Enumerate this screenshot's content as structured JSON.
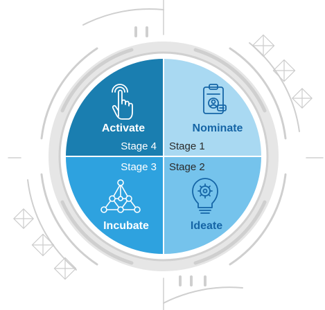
{
  "diagram": {
    "quadrants": [
      {
        "name": "Activate",
        "stage": "Stage 4",
        "color": "#1a7eb0",
        "text_color": "#ffffff",
        "stage_color": "#ffffff",
        "icon": "tap-hand-icon"
      },
      {
        "name": "Nominate",
        "stage": "Stage 1",
        "color": "#a9d9f2",
        "text_color": "#1565a6",
        "stage_color": "#2a2a2a",
        "icon": "clipboard-person-icon"
      },
      {
        "name": "Incubate",
        "stage": "Stage 3",
        "color": "#2ea2df",
        "text_color": "#ffffff",
        "stage_color": "#ffffff",
        "icon": "network-triangle-icon"
      },
      {
        "name": "Ideate",
        "stage": "Stage 2",
        "color": "#75c3ec",
        "text_color": "#1565a6",
        "stage_color": "#2a2a2a",
        "icon": "lightbulb-gear-icon"
      }
    ],
    "ring_color": "#c9c9c9",
    "divider_color": "#ffffff"
  }
}
